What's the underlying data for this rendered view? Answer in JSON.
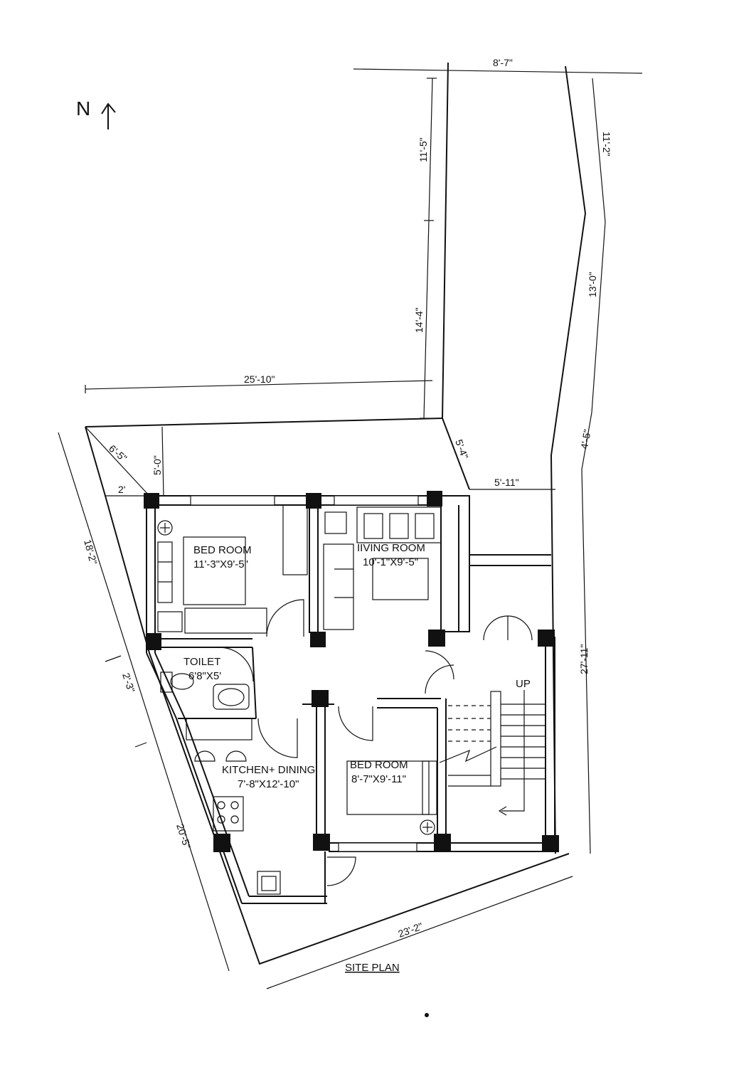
{
  "north_label": "N",
  "dimensions": {
    "top_width": "8'-7\"",
    "lane_left_upper": "11'-5\"",
    "lane_right_upper": "11'-2\"",
    "lane_left_lower": "14'-4\"",
    "lane_right_lower": "13'-0\"",
    "top_left_width": "25'-10\"",
    "corner_diag": "6'-5\"",
    "front_depth": "5'-0\"",
    "corner_offset": "2'",
    "front_diag": "5'-4\"",
    "right_offset": "5'-11\"",
    "right_small": "4'-5\"",
    "left_upper": "18'-2\"",
    "left_mid": "2'-3\"",
    "left_lower": "20'-5\"",
    "right_side": "27'-11\"",
    "bottom": "23'-2\""
  },
  "rooms": {
    "bed_room_1": {
      "name": "BED ROOM",
      "size": "11'-3\"X9'-5\""
    },
    "living_room": {
      "name": "IIVING ROOM",
      "size": "10'-1\"X9'-5\""
    },
    "toilet": {
      "name": "TOILET",
      "size": "6'8\"X5'"
    },
    "kitchen": {
      "name": "KITCHEN+ DINING",
      "size": "7'-8\"X12'-10\""
    },
    "bed_room_2": {
      "name": "BED ROOM",
      "size": "8'-7\"X9'-11\""
    }
  },
  "stair_label": "UP",
  "plan_title": "SITE PLAN"
}
